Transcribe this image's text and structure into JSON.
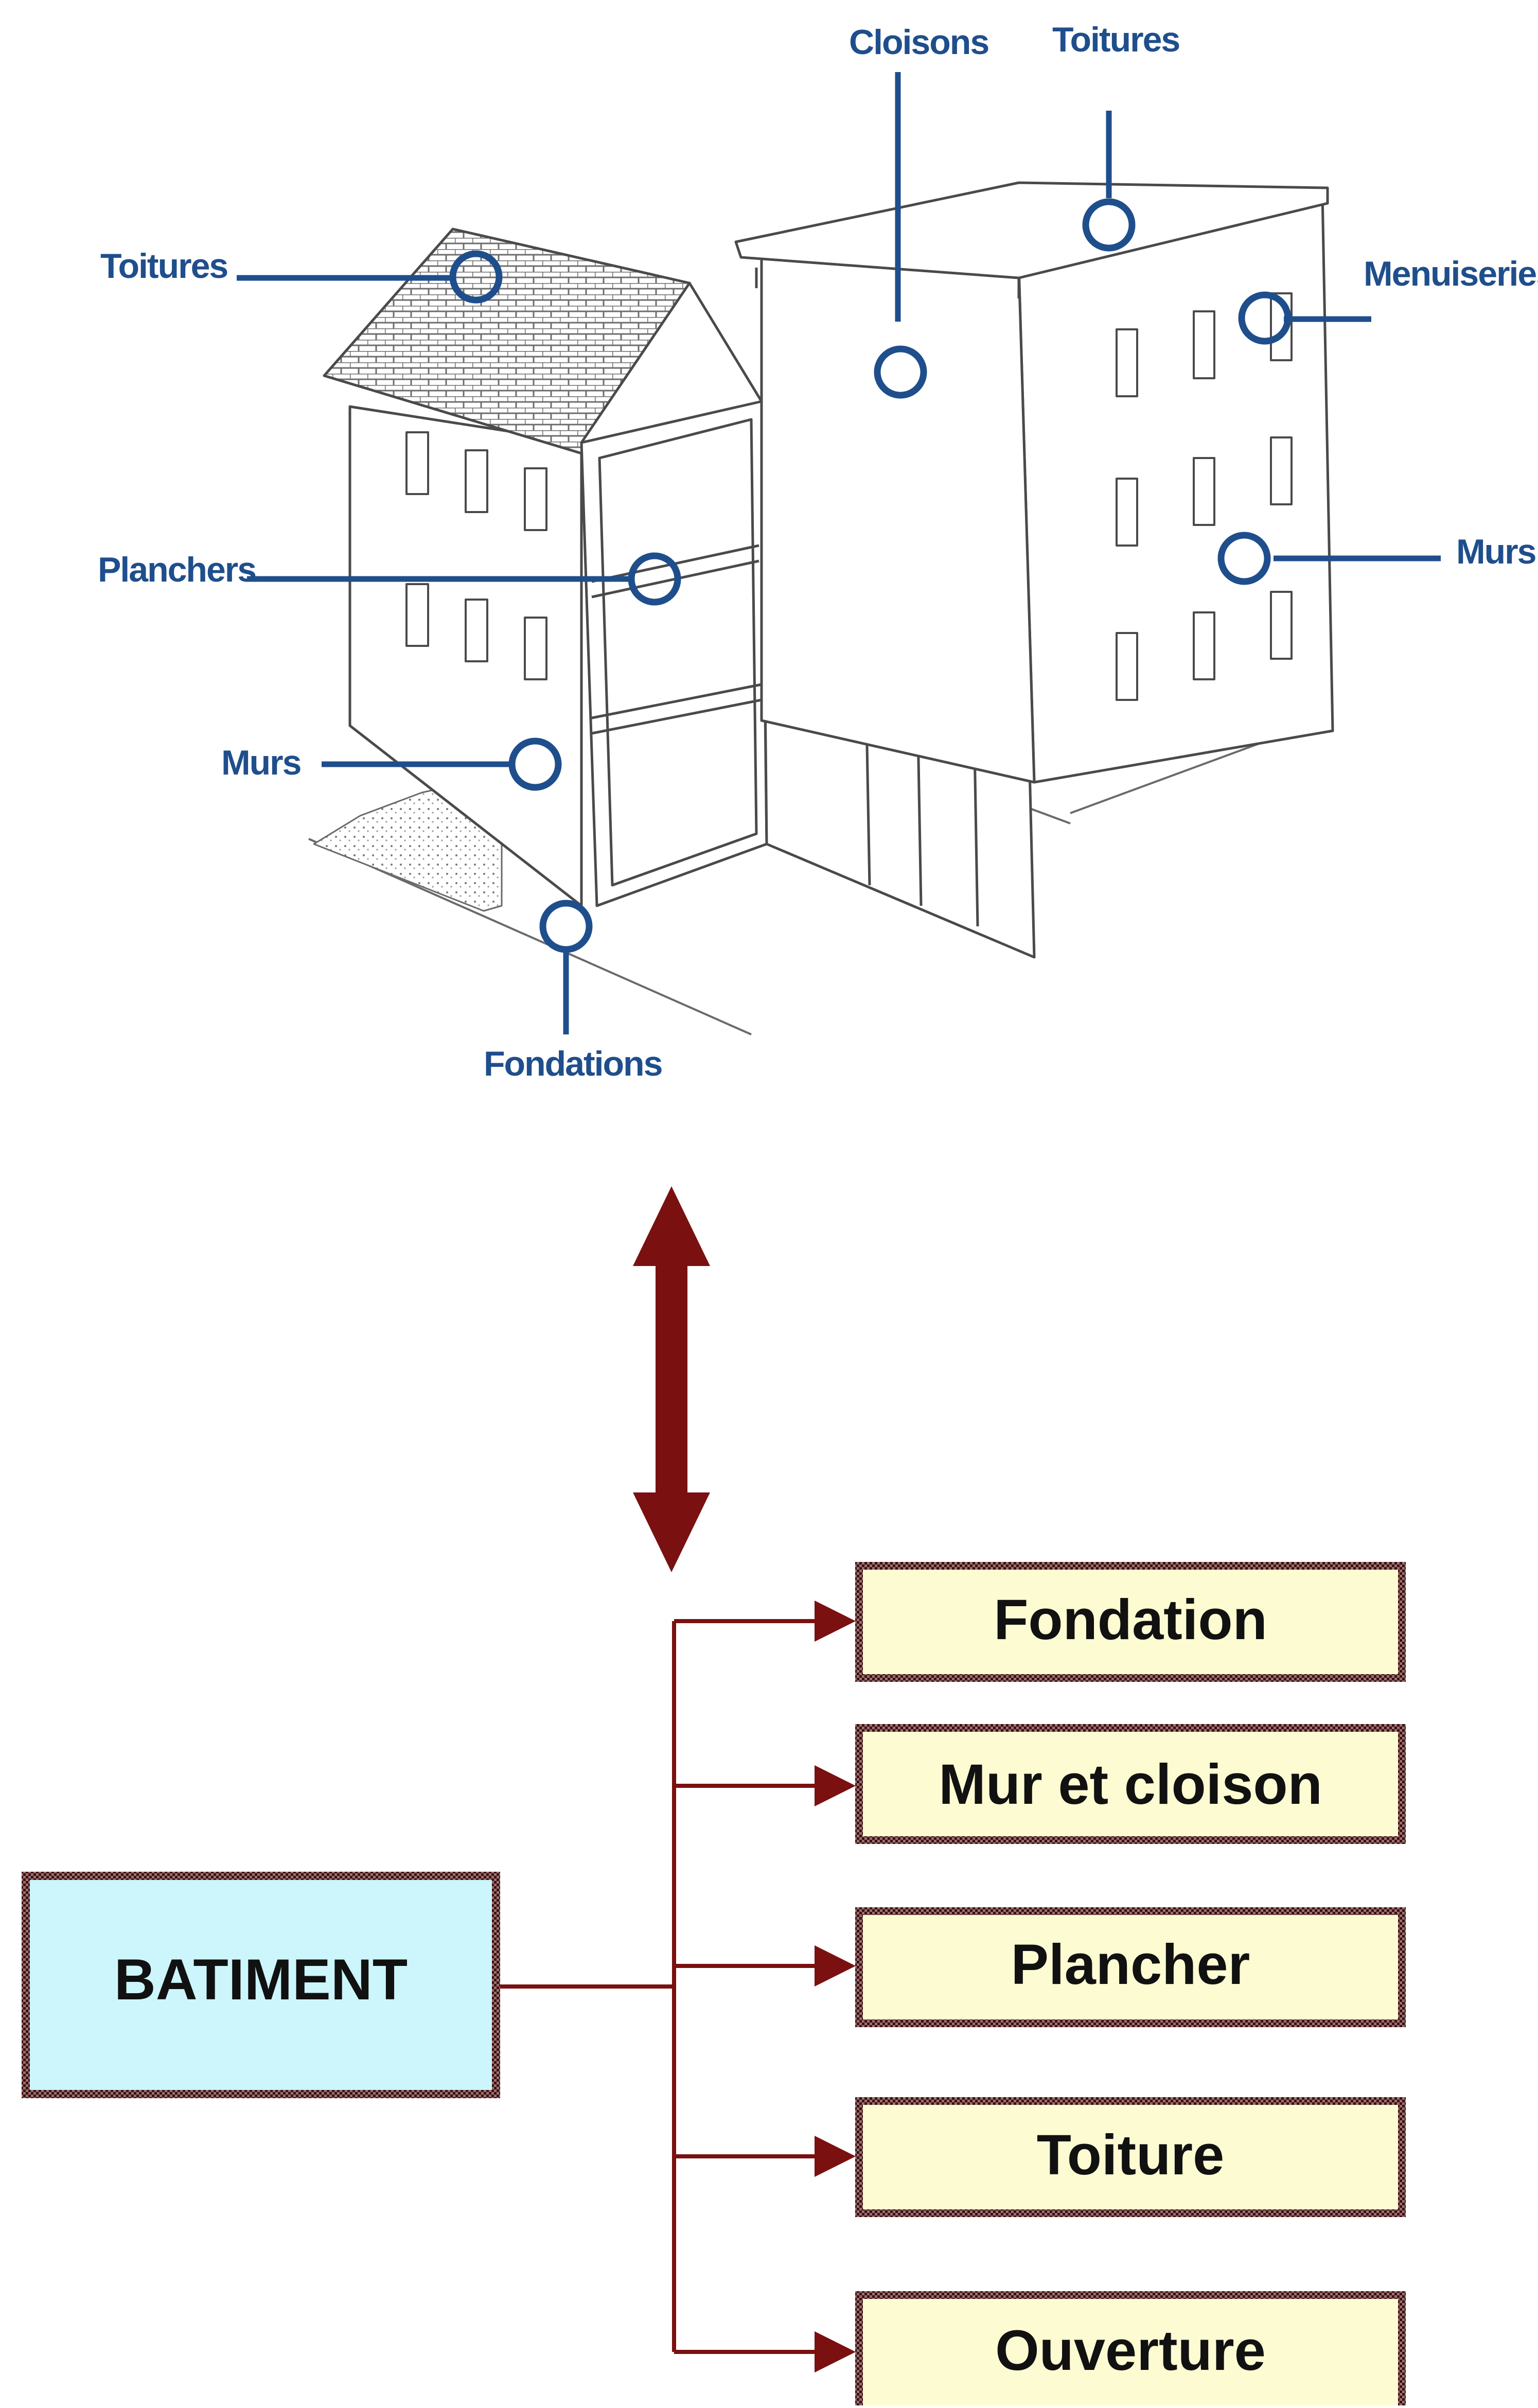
{
  "illustration": {
    "labels": {
      "toitures_left": "Toitures",
      "cloisons": "Cloisons",
      "toitures_top": "Toitures",
      "menuiseries": "Menuiseries",
      "planchers": "Planchers",
      "murs_right": "Murs",
      "murs_left": "Murs",
      "fondations": "Fondations"
    },
    "callout_color": "#1f4e8c"
  },
  "connector": {
    "arrow_color": "#7a1010"
  },
  "tree": {
    "root": "BATIMENT",
    "root_fill": "#ccf6fb",
    "child_fill": "#fdfbd2",
    "line_color": "#7a1010",
    "children": [
      "Fondation",
      "Mur et cloison",
      "Plancher",
      "Toiture",
      "Ouverture"
    ]
  }
}
